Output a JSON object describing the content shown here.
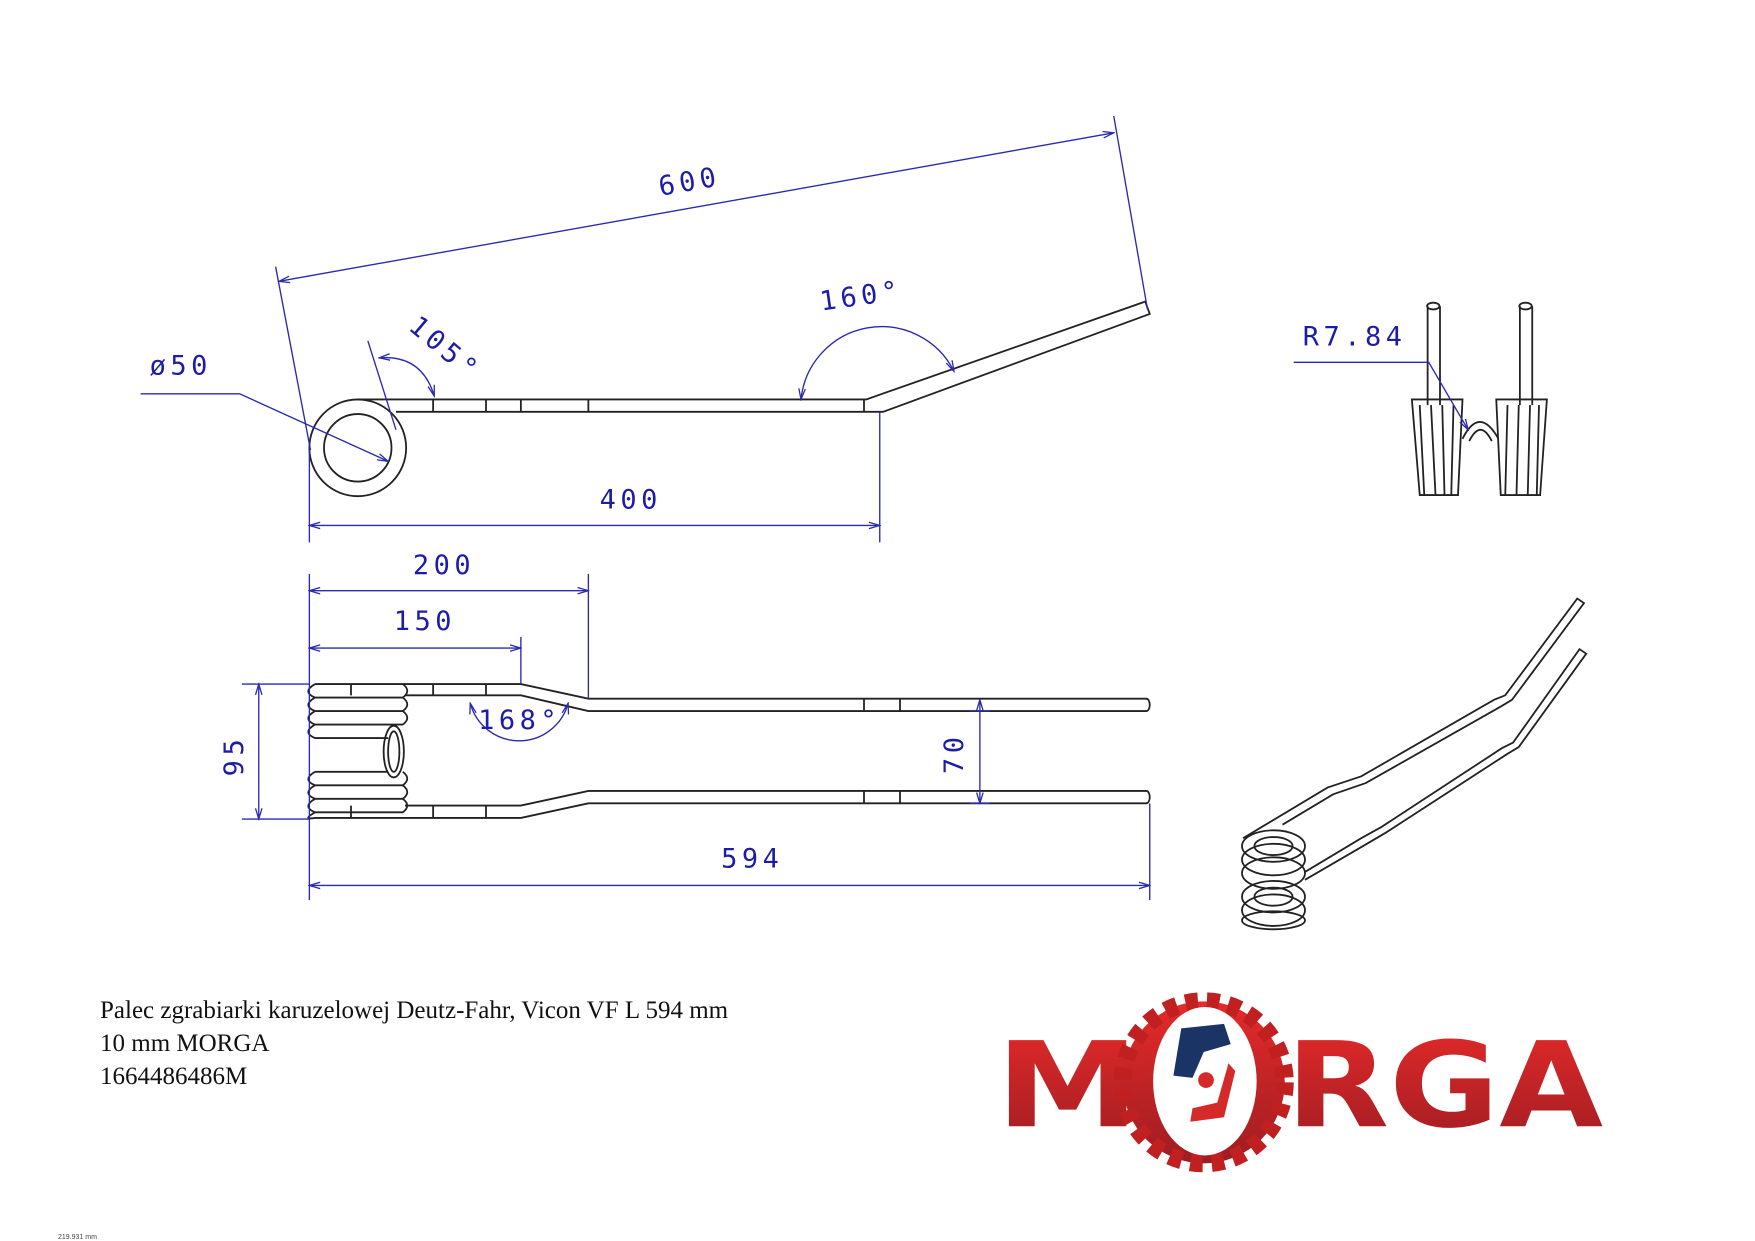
{
  "drawing": {
    "top_view": {
      "overall_length": "600",
      "straight_length": "400",
      "eye_diameter": "ø50",
      "angle_eye": "105°",
      "angle_bend": "160°"
    },
    "end_view": {
      "radius": "R7.84"
    },
    "plan_view": {
      "length_200": "200",
      "length_150": "150",
      "width_95": "95",
      "angle": "168°",
      "spacing_70": "70",
      "total_length": "594"
    }
  },
  "description": {
    "line1": "Palec zgrabiarki karuzelowej Deutz-Fahr, Vicon VF L 594 mm",
    "line2": "10 mm MORGA",
    "line3": "1664486486M"
  },
  "logo": {
    "text": "MORGA",
    "colors": {
      "red": "#d42a2a",
      "blue": "#1b3466"
    }
  },
  "scale_note": "219.931 mm",
  "colors": {
    "dimension": "#1c1ca8",
    "part": "#222222"
  }
}
